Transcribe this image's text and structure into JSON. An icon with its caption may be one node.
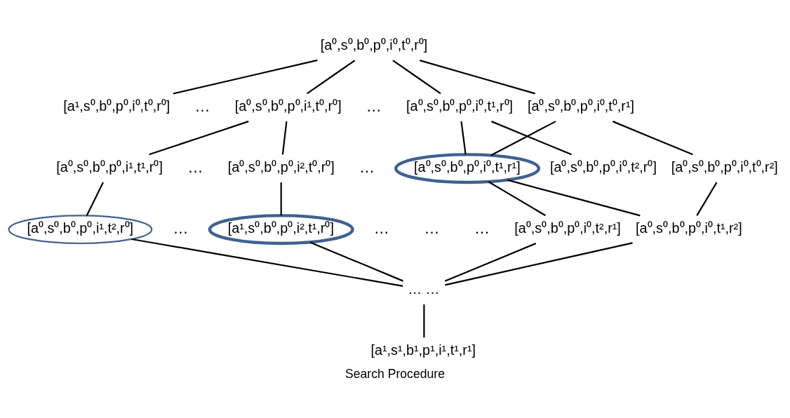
{
  "diagram": {
    "caption": "Search Procedure",
    "nodes": [
      {
        "text": [
          "[a⁰,s⁰,b⁰,p⁰,i⁰,t⁰,r⁰]"
        ]
      },
      {
        "text": [
          "[a¹,s⁰,b⁰,p⁰,i⁰,t⁰,r⁰]"
        ]
      },
      {
        "text": [
          "[a⁰,s⁰,b⁰,p⁰,i¹,t⁰,r⁰]"
        ]
      },
      {
        "text": [
          "[a⁰,s⁰,b⁰,p⁰,i⁰,t¹,r⁰]"
        ]
      },
      {
        "text": [
          "[a⁰,s⁰,b⁰,p⁰,i⁰,t⁰,r¹]"
        ]
      },
      {
        "text": [
          "[a⁰,s⁰,b⁰,p⁰,i¹,t¹,r⁰]"
        ]
      },
      {
        "text": [
          "[a⁰,s⁰,b⁰,p⁰,i²,t⁰,r⁰]"
        ]
      },
      {
        "text": [
          "[a⁰,s⁰,b⁰,p⁰,i⁰,t¹,r¹]"
        ]
      },
      {
        "text": [
          "[a⁰,s⁰,b⁰,p⁰,i⁰,t²,r⁰]"
        ]
      },
      {
        "text": [
          "[a⁰,s⁰,b⁰,p⁰,i⁰,t⁰,r²]"
        ]
      },
      {
        "text": [
          "[a⁰,s⁰,b⁰,p⁰,i¹,t²,r⁰]"
        ]
      },
      {
        "text": [
          "[a¹,s⁰,b⁰,p⁰,i²,t¹,r⁰]"
        ]
      },
      {
        "text": [
          "[a⁰,s⁰,b⁰,p⁰,i⁰,t²,r¹]"
        ]
      },
      {
        "text": [
          "[a⁰,s⁰,b⁰,p⁰,i⁰,t¹,r²]"
        ]
      },
      {
        "text": [
          "… …"
        ]
      },
      {
        "text": [
          "[a¹,s¹,b¹,p¹,i¹,t¹,r¹]"
        ]
      }
    ],
    "edges": [
      {
        "from": 0,
        "to": 1,
        "arrow": "none"
      },
      {
        "from": 0,
        "to": 2,
        "arrow": "none"
      },
      {
        "from": 0,
        "to": 3,
        "arrow": "none"
      },
      {
        "from": 0,
        "to": 4,
        "arrow": "none"
      },
      {
        "from": 2,
        "to": 5,
        "arrow": "none"
      },
      {
        "from": 2,
        "to": 6,
        "arrow": "none"
      },
      {
        "from": 3,
        "to": 7,
        "arrow": "none"
      },
      {
        "from": 3,
        "to": 8,
        "arrow": "none"
      },
      {
        "from": 4,
        "to": 7,
        "arrow": "none"
      },
      {
        "from": 4,
        "to": 9,
        "arrow": "none"
      },
      {
        "from": 5,
        "to": 10,
        "arrow": "none"
      },
      {
        "from": 6,
        "to": 11,
        "arrow": "none"
      },
      {
        "from": 7,
        "to": 12,
        "arrow": "none"
      },
      {
        "from": 7,
        "to": 13,
        "arrow": "none"
      },
      {
        "from": 9,
        "to": 13,
        "arrow": "none"
      },
      {
        "from": 10,
        "to": 14,
        "arrow": "none"
      },
      {
        "from": 11,
        "to": 14,
        "arrow": "none"
      },
      {
        "from": 12,
        "to": 14,
        "arrow": "none"
      },
      {
        "from": 13,
        "to": 14,
        "arrow": "none"
      },
      {
        "from": 14,
        "to": 15,
        "arrow": "none"
      }
    ],
    "labels": [
      "…",
      "…",
      "…",
      "…",
      "…",
      "…",
      "…",
      "…"
    ]
  }
}
